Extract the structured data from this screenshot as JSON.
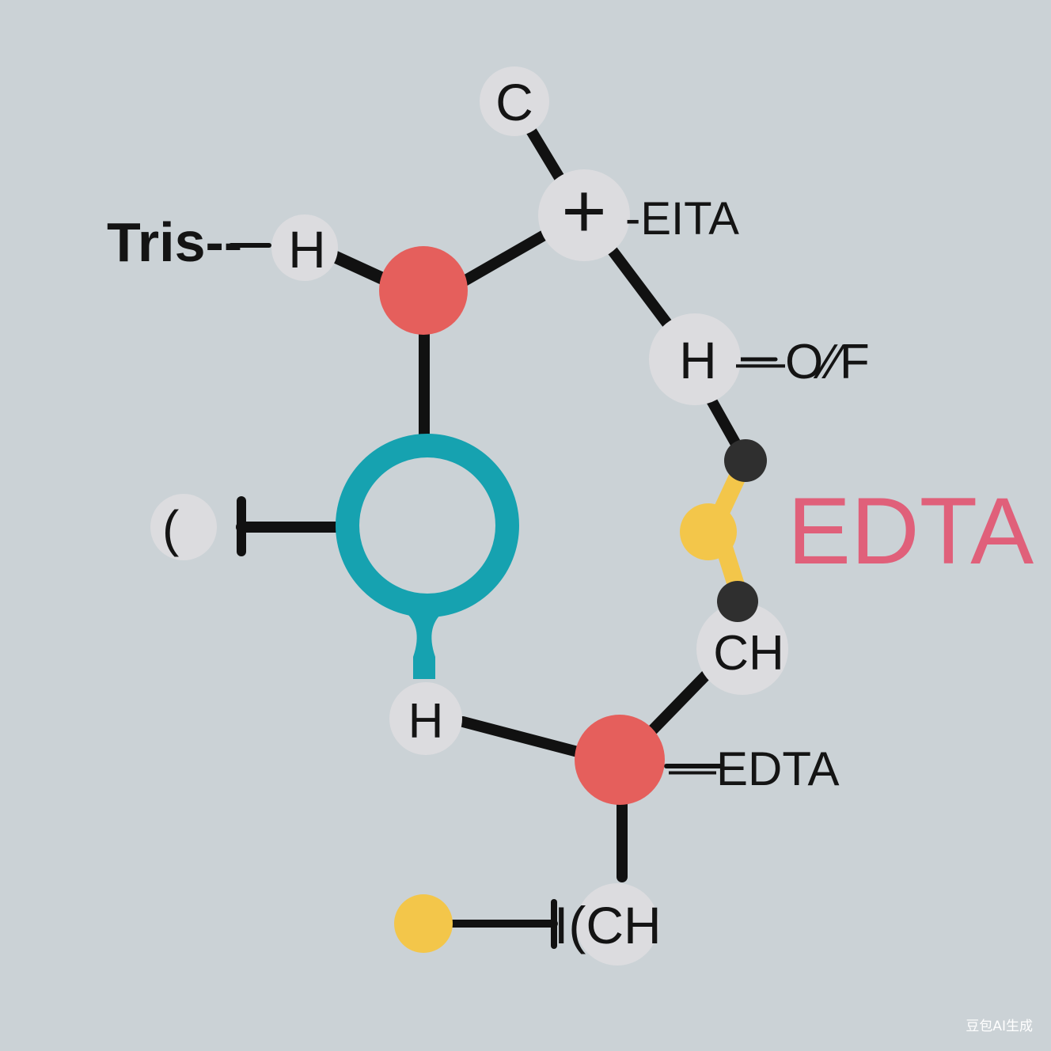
{
  "labels": {
    "top_carbon": "C",
    "plus_sign": "+",
    "edta_top": "-EITA",
    "tris": "Tris--",
    "h_left": "H",
    "h_right": "H",
    "o_f": "—O⁄⁄F",
    "edta_pink": "EDTA",
    "c_left": "(",
    "ch_right": "CH",
    "h_bottom": "H",
    "edta_bottom": "—EDTA",
    "ch_bottom": "I(CH"
  },
  "watermark": "豆包AI生成",
  "colors": {
    "background": "#cbd2d6",
    "node_gray": "#dcdcdf",
    "node_red": "#e55f5c",
    "ring_teal": "#16a2b0",
    "node_yellow": "#f3c64a",
    "node_dark": "#2f2f2f",
    "bond_black": "#111111",
    "edta_pink": "#e0607a"
  }
}
